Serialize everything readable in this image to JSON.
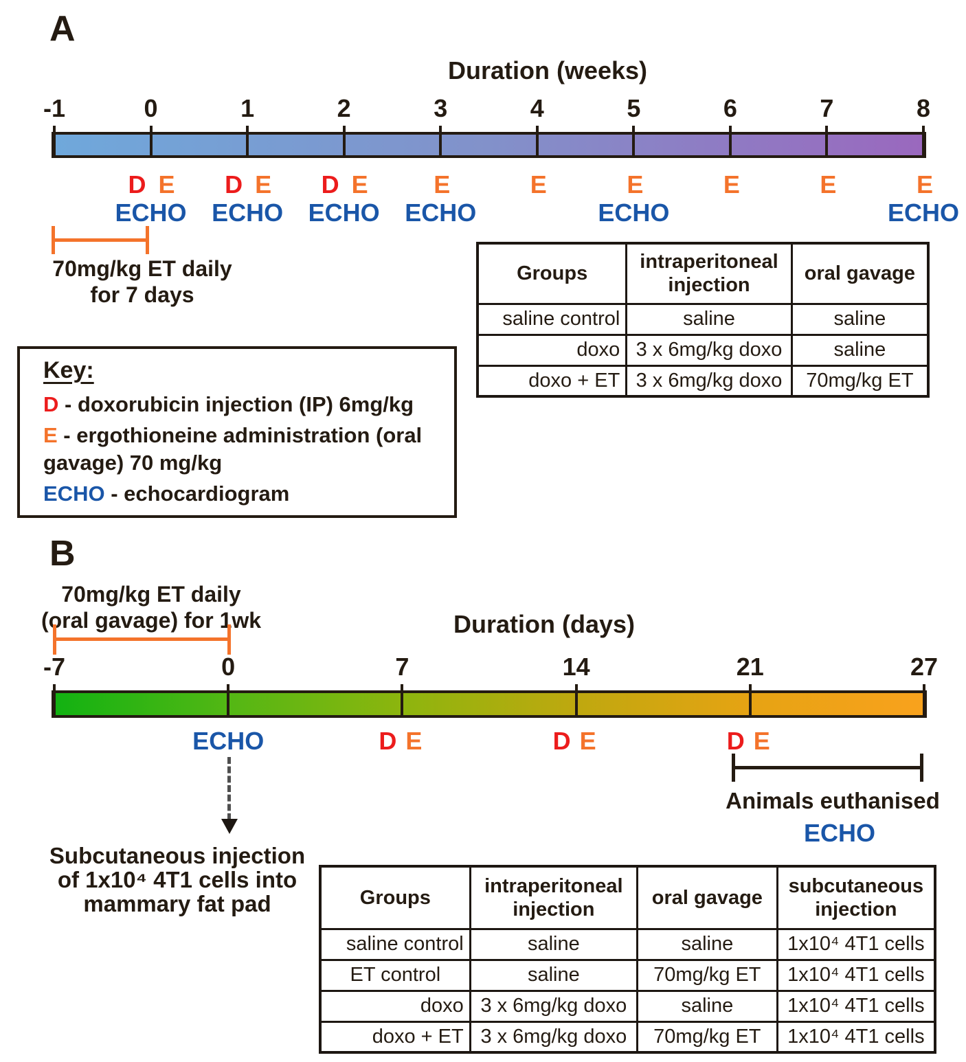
{
  "figure": {
    "colors": {
      "doxorubicin_red": "#ec1c1c",
      "ergothioneine_orange": "#f4732b",
      "echo_blue": "#1a56a8",
      "timeline_a_start": "#6fa8db",
      "timeline_a_end": "#9a68be",
      "timeline_b_start": "#12b212",
      "timeline_b_end": "#f9a21d"
    },
    "panelA": {
      "label": "A",
      "axis_title": "Duration (weeks)",
      "tick_labels": [
        "-1",
        "0",
        "1",
        "2",
        "3",
        "4",
        "5",
        "6",
        "7",
        "8"
      ],
      "marker_d": "D",
      "marker_e": "E",
      "marker_echo": "ECHO",
      "bracket_label": [
        "70mg/kg ET daily",
        "for 7 days"
      ],
      "key": {
        "title": "Key:",
        "d_symbol": "D",
        "d_text": " - doxorubicin injection (IP) 6mg/kg",
        "e_symbol": "E",
        "e_text": " - ergothioneine administration (oral\ngavage) 70 mg/kg",
        "echo_symbol": "ECHO",
        "echo_text": " - echocardiogram"
      },
      "table": {
        "headers": [
          "Groups",
          "intraperitoneal injection",
          "oral gavage"
        ],
        "rows": [
          [
            "saline control",
            "saline",
            "saline"
          ],
          [
            "doxo",
            "3 x 6mg/kg doxo",
            "saline"
          ],
          [
            "doxo + ET",
            "3 x 6mg/kg doxo",
            "70mg/kg ET"
          ]
        ]
      }
    },
    "panelB": {
      "label": "B",
      "axis_title": "Duration (days)",
      "tick_labels": [
        "-7",
        "0",
        "7",
        "14",
        "21",
        "27"
      ],
      "marker_d": "D",
      "marker_e": "E",
      "marker_echo": "ECHO",
      "bracket_label": [
        "70mg/kg ET daily",
        "(oral gavage) for 1wk"
      ],
      "euthanised_label": "Animals euthanised",
      "echo_final": "ECHO",
      "injection_note": [
        "Subcutaneous injection",
        "of 1x10⁴ 4T1 cells into",
        "mammary fat pad"
      ],
      "table": {
        "headers": [
          "Groups",
          "intraperitoneal injection",
          "oral gavage",
          "subcutaneous injection"
        ],
        "rows": [
          [
            "saline control",
            "saline",
            "saline",
            "1x10⁴ 4T1 cells"
          ],
          [
            "ET control",
            "saline",
            "70mg/kg ET",
            "1x10⁴ 4T1 cells"
          ],
          [
            "doxo",
            "3 x 6mg/kg doxo",
            "saline",
            "1x10⁴ 4T1 cells"
          ],
          [
            "doxo + ET",
            "3 x 6mg/kg doxo",
            "70mg/kg ET",
            "1x10⁴ 4T1 cells"
          ]
        ]
      }
    }
  }
}
